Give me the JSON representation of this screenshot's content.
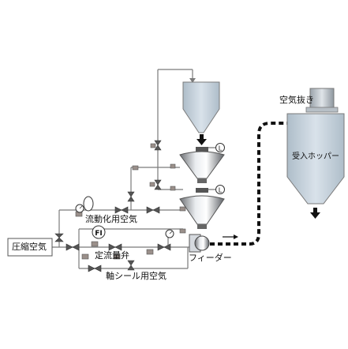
{
  "labels": {
    "compressed_air": "圧縮空気",
    "fluidizing_air": "流動化用空気",
    "fi": "FI",
    "constant_flow_valve": "定流量弁",
    "shaft_seal_air": "軸シール用空気",
    "feeder": "フィーダー",
    "air_vent": "空気抜き",
    "receiving_hopper": "受入ホッパー",
    "level_switch_upper": "L",
    "level_switch_lower": "L"
  },
  "colors": {
    "line": "#7a7a7a",
    "transport_line": "#111111",
    "vessel_fill": "#b9c7d3",
    "hopper_fill": "#c9d5df"
  }
}
